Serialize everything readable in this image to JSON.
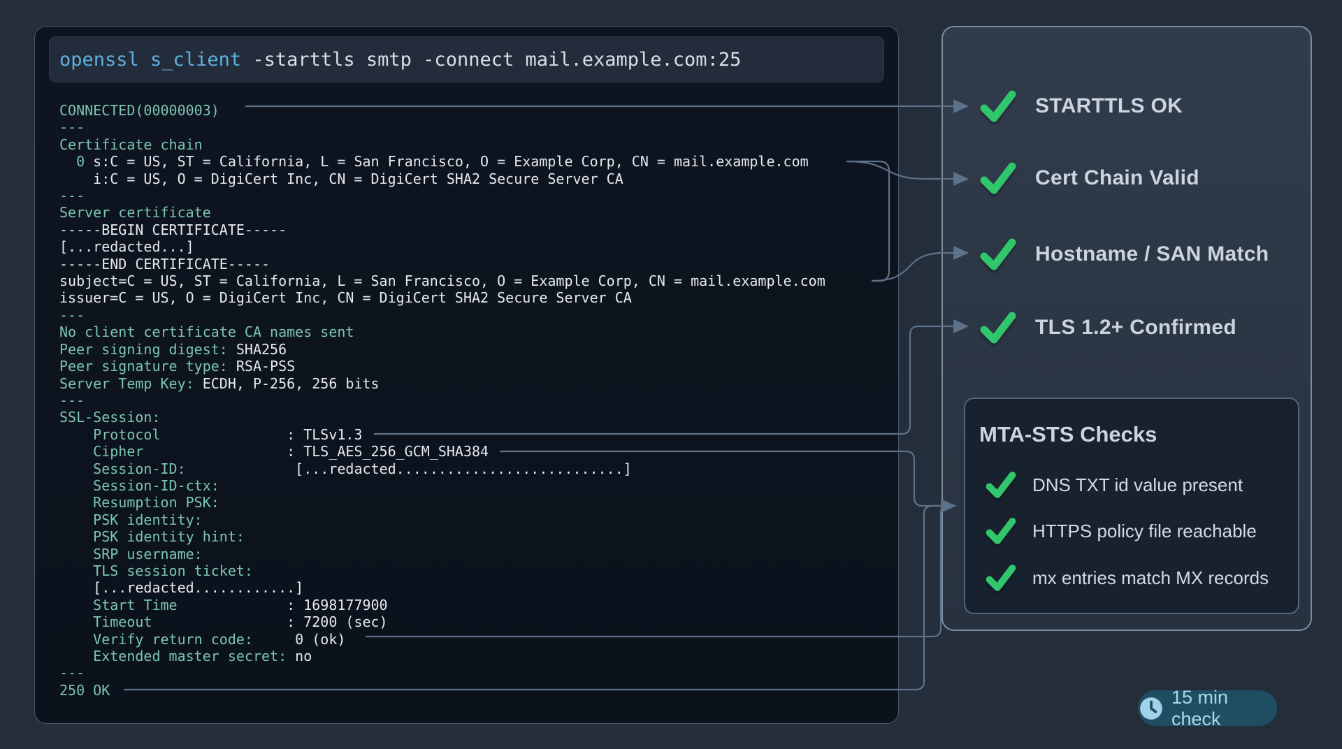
{
  "command": {
    "program": "openssl s_client",
    "args": " -starttls smtp -connect mail.example.com:25"
  },
  "terminal": {
    "lines": [
      [
        [
          "teal",
          "CONNECTED(00000003)"
        ]
      ],
      [
        [
          "teal",
          "---"
        ]
      ],
      [
        [
          "teal",
          "Certificate chain"
        ]
      ],
      [
        [
          "teal",
          "  0 "
        ],
        [
          "white",
          "s:C = US, ST = California, L = San Francisco, O = Example Corp, CN = mail.example.com"
        ]
      ],
      [
        [
          "white",
          "    i:C = US, O = DigiCert Inc, CN = DigiCert SHA2 Secure Server CA"
        ]
      ],
      [
        [
          "teal",
          "---"
        ]
      ],
      [
        [
          "teal",
          "Server certificate"
        ]
      ],
      [
        [
          "white",
          "-----BEGIN CERTIFICATE-----"
        ]
      ],
      [
        [
          "white",
          "[...redacted...]"
        ]
      ],
      [
        [
          "white",
          "-----END CERTIFICATE-----"
        ]
      ],
      [
        [
          "white",
          "subject=C = US, ST = California, L = San Francisco, O = Example Corp, CN = mail.example.com"
        ]
      ],
      [
        [
          "white",
          "issuer=C = US, O = DigiCert Inc, CN = DigiCert SHA2 Secure Server CA"
        ]
      ],
      [
        [
          "teal",
          "---"
        ]
      ],
      [
        [
          "teal",
          "No client certificate CA names sent"
        ]
      ],
      [
        [
          "teal",
          "Peer signing digest: "
        ],
        [
          "white",
          "SHA256"
        ]
      ],
      [
        [
          "teal",
          "Peer signature type: "
        ],
        [
          "white",
          "RSA-PSS"
        ]
      ],
      [
        [
          "teal",
          "Server Temp Key: "
        ],
        [
          "white",
          "ECDH, P-256, 256 bits"
        ]
      ],
      [
        [
          "teal",
          "---"
        ]
      ],
      [
        [
          "teal",
          "SSL-Session:"
        ]
      ],
      [
        [
          "teal",
          "    Protocol               "
        ],
        [
          "white",
          ": TLSv1.3"
        ]
      ],
      [
        [
          "teal",
          "    Cipher                 "
        ],
        [
          "white",
          ": TLS_AES_256_GCM_SHA384"
        ]
      ],
      [
        [
          "teal",
          "    Session-ID:             "
        ],
        [
          "white",
          "[...redacted...........................]"
        ]
      ],
      [
        [
          "teal",
          "    Session-ID-ctx:"
        ]
      ],
      [
        [
          "teal",
          "    Resumption PSK:"
        ]
      ],
      [
        [
          "teal",
          "    PSK identity:"
        ]
      ],
      [
        [
          "teal",
          "    PSK identity hint:"
        ]
      ],
      [
        [
          "teal",
          "    SRP username:"
        ]
      ],
      [
        [
          "teal",
          "    TLS session ticket:"
        ]
      ],
      [
        [
          "white",
          "    [...redacted............]"
        ]
      ],
      [
        [
          "teal",
          "    Start Time             "
        ],
        [
          "white",
          ": 1698177900"
        ]
      ],
      [
        [
          "teal",
          "    Timeout                "
        ],
        [
          "white",
          ": 7200 (sec)"
        ]
      ],
      [
        [
          "teal",
          "    Verify return code:"
        ],
        [
          "white",
          "     0 (ok)"
        ]
      ],
      [
        [
          "teal",
          "    Extended master secret: "
        ],
        [
          "white",
          "no"
        ]
      ],
      [
        [
          "teal",
          "---"
        ]
      ],
      [
        [
          "teal",
          "250 OK"
        ]
      ]
    ]
  },
  "checks": {
    "icon": "checkmark-icon",
    "items": [
      {
        "label": "STARTTLS OK"
      },
      {
        "label": "Cert Chain Valid"
      },
      {
        "label": "Hostname / SAN Match"
      },
      {
        "label": "TLS 1.2+ Confirmed"
      }
    ]
  },
  "mta_sts": {
    "title": "MTA-STS Checks",
    "icon": "checkmark-icon",
    "items": [
      {
        "label": "DNS TXT id value present"
      },
      {
        "label": "HTTPS policy file reachable"
      },
      {
        "label": "mx entries match MX records"
      }
    ]
  },
  "badge": {
    "icon": "clock-icon",
    "label": "15 min check"
  },
  "colors": {
    "terminal_teal": "#7cc5b1",
    "terminal_white": "#e5eaee",
    "command_blue": "#5fb0dd",
    "check_green": "#31c56c",
    "connector": "#5d7288",
    "badge_bg": "#1f4e62",
    "badge_text": "#a6d9ec"
  }
}
